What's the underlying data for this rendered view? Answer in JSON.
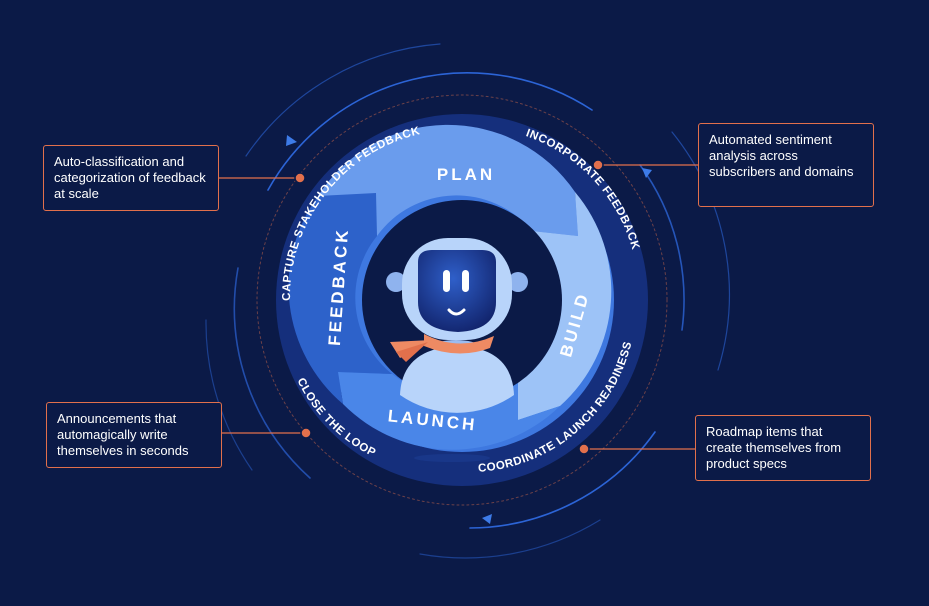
{
  "segments": {
    "plan": "PLAN",
    "build": "BUILD",
    "launch": "LAUNCH",
    "feedback": "FEEDBACK"
  },
  "ring_labels": {
    "capture": "CAPTURE STAKEHOLDER FEEDBACK",
    "incorporate": "INCORPORATE FEEDBACK",
    "coordinate": "COORDINATE LAUNCH READINESS",
    "close": "CLOSE THE LOOP"
  },
  "callouts": {
    "top_left": "Auto-classification and categorization of feedback at scale",
    "top_right": "Automated sentiment analysis across subscribers and domains",
    "bottom_left": "Announcements that automagically write themselves in seconds",
    "bottom_right": "Roadmap items that create themselves from product specs"
  },
  "icons": [
    "robot-mascot-icon",
    "arrow-head-icon",
    "connector-dot-icon"
  ],
  "colors": {
    "background": "#0b1a47",
    "plan": "#5b8fe9",
    "build": "#9cc2f7",
    "launch": "#4a86e8",
    "feedback": "#2a5fc8",
    "accent": "#e2704c",
    "orbit": "#2c64d6"
  }
}
